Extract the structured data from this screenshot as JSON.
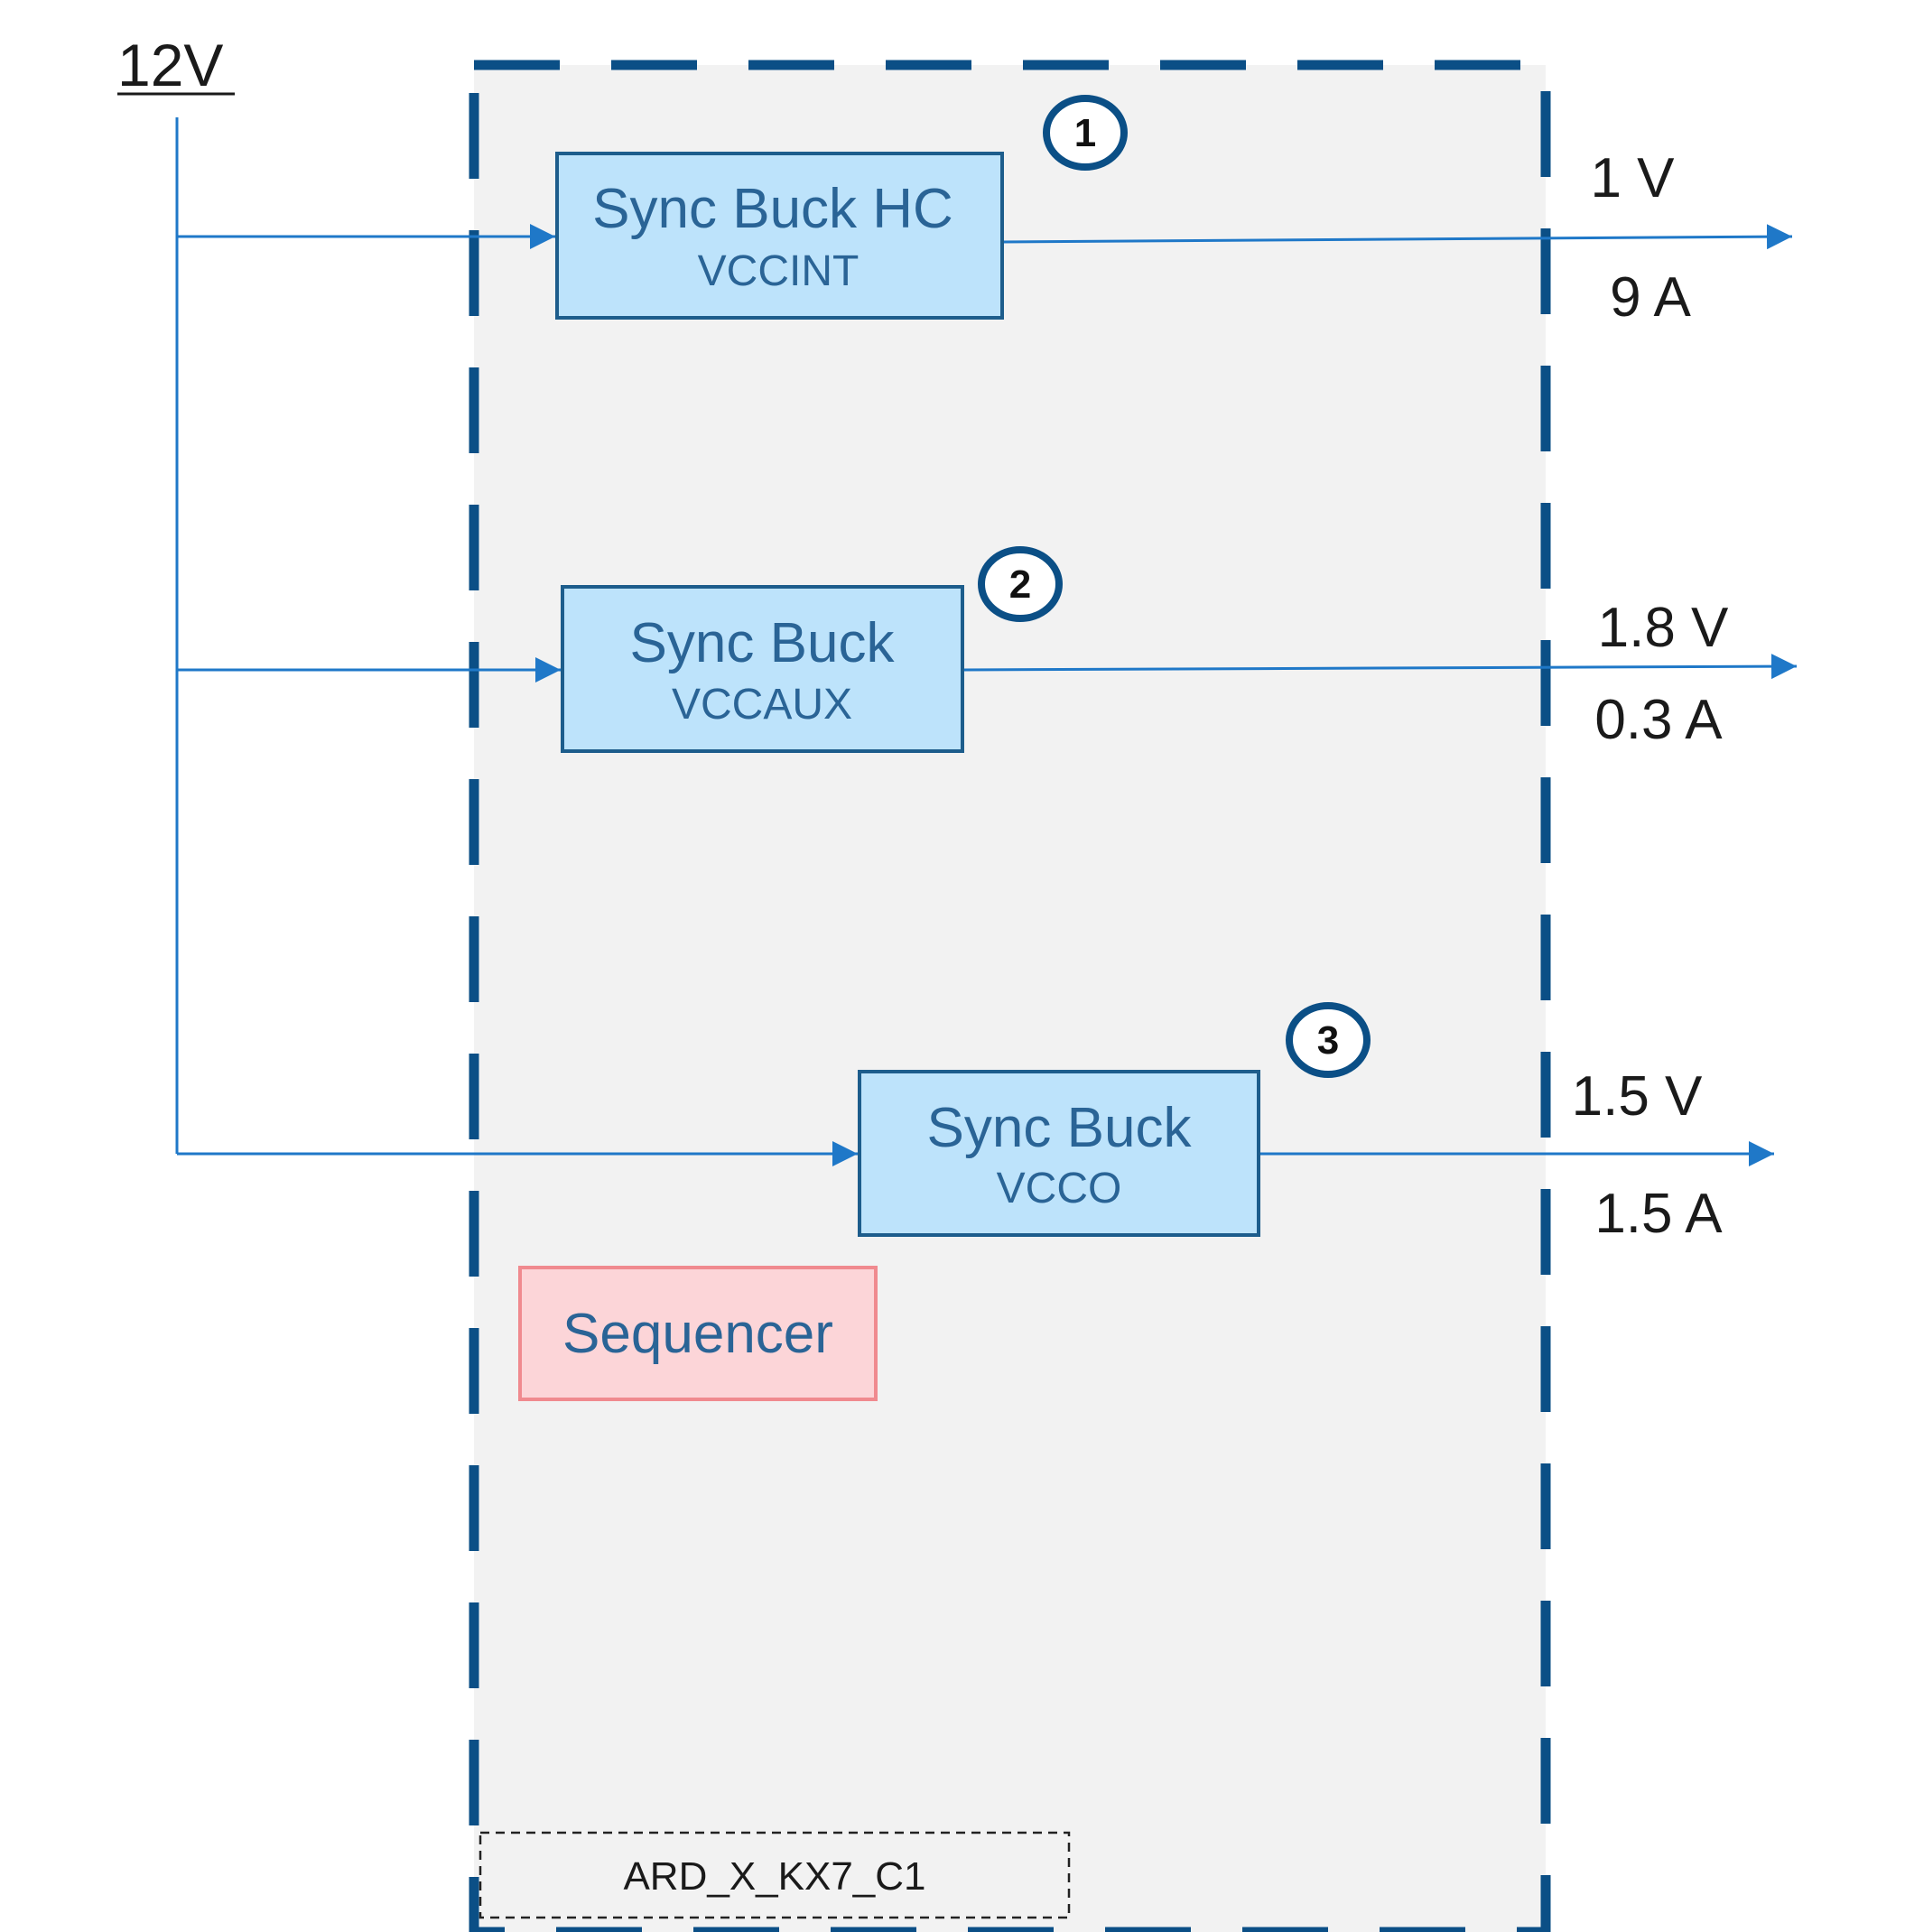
{
  "input": {
    "label": "12V"
  },
  "module": {
    "label": "ARD_X_KX7_C1"
  },
  "regulators": [
    {
      "badge": "1",
      "title": "Sync Buck HC",
      "rail": "VCCINT",
      "voltage": "1 V",
      "current": "9 A"
    },
    {
      "badge": "2",
      "title": "Sync Buck",
      "rail": "VCCAUX",
      "voltage": "1.8 V",
      "current": "0.3 A"
    },
    {
      "badge": "3",
      "title": "Sync Buck",
      "rail": "VCCO",
      "voltage": "1.5 V",
      "current": "1.5 A"
    }
  ],
  "sequencer": {
    "label": "Sequencer"
  },
  "colors": {
    "module_border": "#0b4f86",
    "module_fill": "#f2f2f2",
    "wire": "#1f78c8",
    "block_fill": "#bde3fb",
    "block_border": "#1d5d8c",
    "block_text": "#2a6496",
    "sequencer_fill": "#fcd5d8",
    "sequencer_border": "#f08a8f"
  }
}
